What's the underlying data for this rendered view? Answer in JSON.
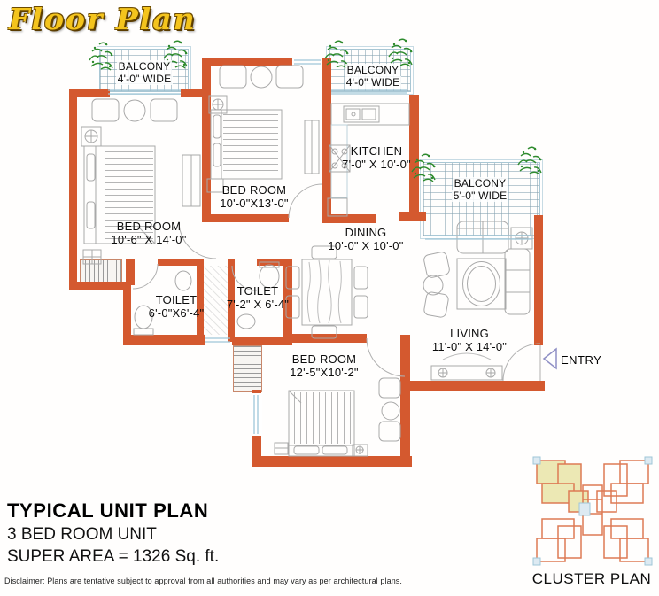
{
  "title": "Floor Plan",
  "plan": {
    "balconies": [
      {
        "name": "BALCONY",
        "dims": "4'-0\" WIDE"
      },
      {
        "name": "BALCONY",
        "dims": "4'-0\" WIDE"
      },
      {
        "name": "BALCONY",
        "dims": "5'-0\" WIDE"
      }
    ],
    "rooms": [
      {
        "name": "BED ROOM",
        "dims": "10'-6\" X 14'-0\""
      },
      {
        "name": "BED ROOM",
        "dims": "10'-0\"X13'-0\""
      },
      {
        "name": "KITCHEN",
        "dims": "7'-0\" X 10'-0\""
      },
      {
        "name": "DINING",
        "dims": "10'-0\" X 10'-0\""
      },
      {
        "name": "TOILET",
        "dims": "6'-0\"X6'-4\""
      },
      {
        "name": "TOILET",
        "dims": "7'-2\" X 6'-4\""
      },
      {
        "name": "LIVING",
        "dims": "11'-0\" X 14'-0\""
      },
      {
        "name": "BED ROOM",
        "dims": "12'-5\"X10'-2\""
      }
    ],
    "entry_label": "ENTRY"
  },
  "footer": {
    "heading": "TYPICAL UNIT PLAN",
    "unit_type": "3 BED ROOM UNIT",
    "super_area": "SUPER AREA = 1326 Sq. ft.",
    "disclaimer": "Disclaimer: Plans are tentative subject to approval from all authorities and may vary as per architectural plans."
  },
  "cluster": {
    "label": "CLUSTER PLAN"
  },
  "colors": {
    "wall": "#d4592f",
    "title_gold": "#f4c41d",
    "plant_green": "#2e8b2e",
    "window_blue": "#9fc6d8"
  }
}
